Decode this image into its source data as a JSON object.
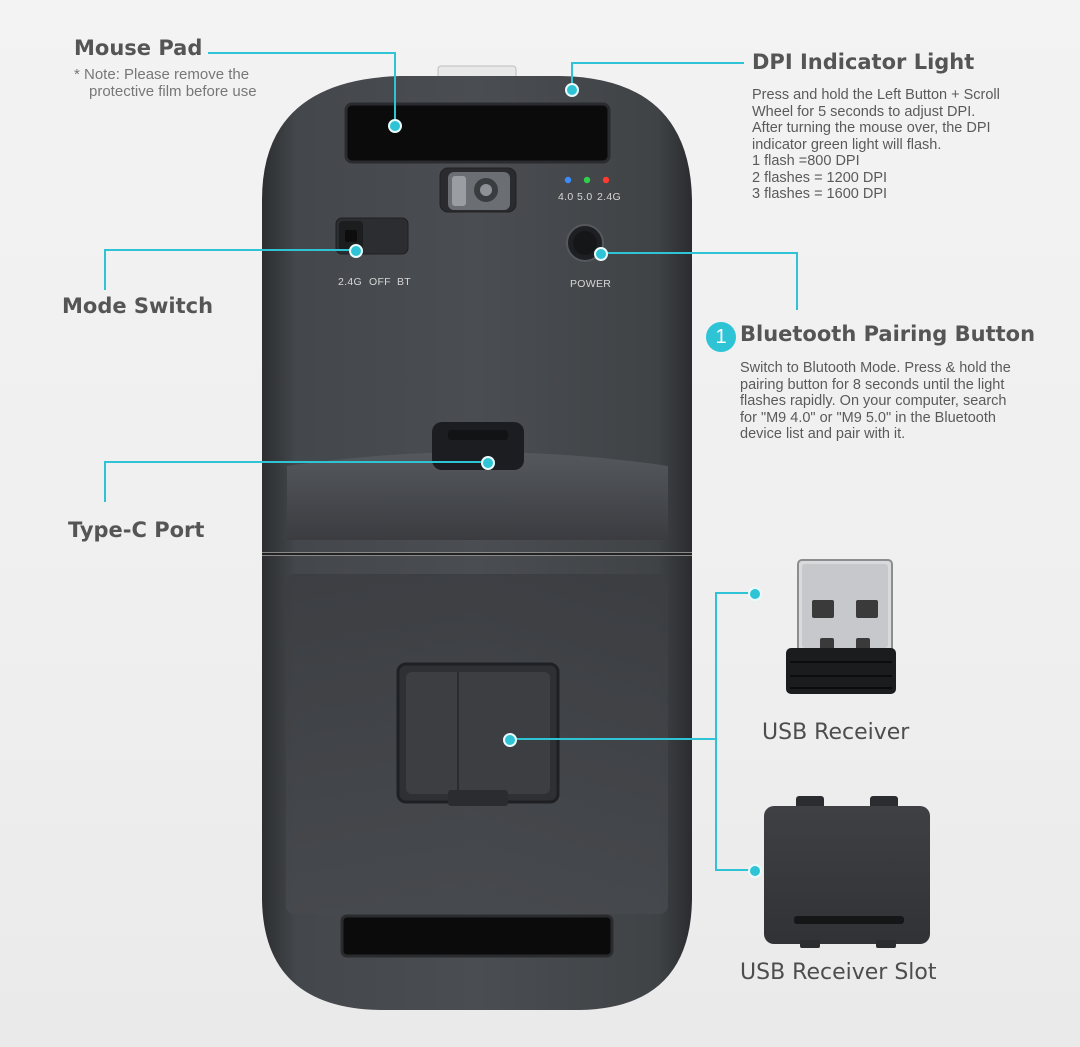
{
  "callouts": {
    "mouse_pad": {
      "title": "Mouse Pad",
      "note_line1": "* Note: Please remove the",
      "note_line2": "protective film before use"
    },
    "dpi_light": {
      "title": "DPI Indicator Light",
      "lines": [
        "Press and hold the Left Button + Scroll",
        "Wheel for 5 seconds to adjust DPI.",
        "After turning the mouse over, the DPI",
        "indicator green light will flash.",
        "1 flash =800 DPI",
        "2 flashes = 1200 DPI",
        "3 flashes = 1600 DPI"
      ]
    },
    "mode_switch": {
      "title": "Mode Switch"
    },
    "bluetooth": {
      "badge": "1",
      "title": "Bluetooth Pairing Button",
      "lines": [
        "Switch to Blutooth Mode. Press & hold the",
        "pairing button for 8 seconds until the light",
        "flashes rapidly. On your computer, search",
        "for \"M9 4.0\" or \"M9 5.0\" in the Bluetooth",
        "device list and pair with it."
      ]
    },
    "type_c": {
      "title": "Type-C Port"
    },
    "usb_receiver": {
      "title": "USB Receiver"
    },
    "usb_slot": {
      "title": "USB Receiver Slot"
    }
  },
  "device_labels": {
    "led_40": "4.0",
    "led_50": "5.0",
    "led_24g": "2.4G",
    "switch_24g": "2.4G",
    "switch_off": "OFF",
    "switch_bt": "BT",
    "power": "POWER"
  },
  "colors": {
    "accent": "#2ec4d6",
    "device_body": "#3c3e42",
    "led_blue": "#3a8cff",
    "led_green": "#2fd04a",
    "led_red": "#ff3b30"
  }
}
